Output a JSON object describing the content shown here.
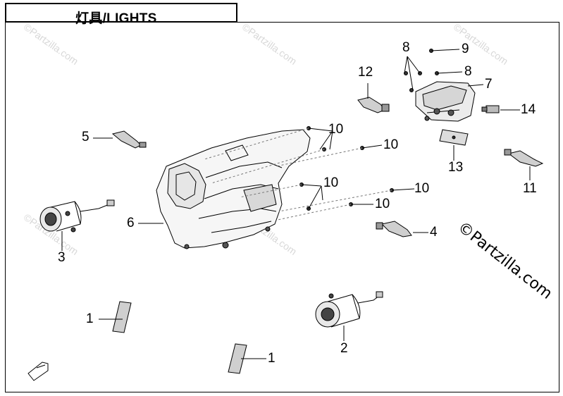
{
  "title": "灯具/LIGHTS",
  "watermark": "©Partzilla.com",
  "callouts": {
    "c1a": "1",
    "c1b": "1",
    "c2": "2",
    "c3": "3",
    "c4": "4",
    "c5": "5",
    "c6": "6",
    "c7": "7",
    "c8a": "8",
    "c8b": "8",
    "c9": "9",
    "c10a": "10",
    "c10b": "10",
    "c10c": "10",
    "c10d": "10",
    "c10e": "10",
    "c11": "11",
    "c12": "12",
    "c13": "13",
    "c14": "14"
  },
  "colors": {
    "line": "#000000",
    "watermark": "#d8d8d8"
  }
}
